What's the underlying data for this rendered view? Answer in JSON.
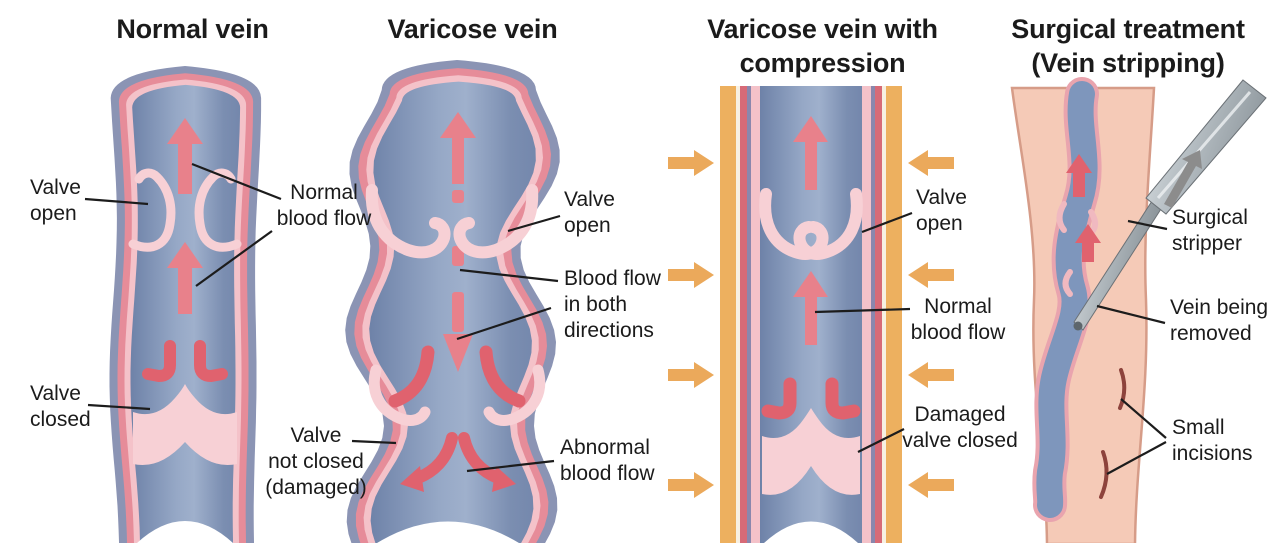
{
  "figure_type": "medical diagram — vein conditions and treatment",
  "colors": {
    "background": "#ffffff",
    "text": "#1b1b1b",
    "leader_line": "#1c1c1c",
    "vein_outer_wall": "#8b94b4",
    "vein_wall_pink": "#e68c99",
    "vein_wall_inner_pink": "#f4c2c9",
    "vein_interior_blue_dark": "#6e82a8",
    "vein_interior_blue_light": "#9fb0cc",
    "valve_pink": "#f7d0d5",
    "arrow_red": "#e8818b",
    "flow_red": "#e0626e",
    "compression_band": "#edb05f",
    "compression_arrow": "#eba95b",
    "compression_wall_cream": "#f7f0e2",
    "compression_wall_red": "#d76a77",
    "compression_wall_purple": "#8a87ad",
    "skin": "#f5cab7",
    "skin_outline": "#d69c88",
    "incision_red": "#8d433c",
    "instrument_gray": "#aeb6bb",
    "motion_arrow_gray": "#8c8c8c"
  },
  "panels": [
    {
      "title_lines": [
        "Normal vein"
      ],
      "labels": [
        {
          "id": "valve-open",
          "lines": [
            "Valve",
            "open"
          ]
        },
        {
          "id": "normal-blood-flow",
          "lines": [
            "Normal",
            "blood flow"
          ]
        },
        {
          "id": "valve-closed",
          "lines": [
            "Valve",
            "closed"
          ]
        }
      ]
    },
    {
      "title_lines": [
        "Varicose vein"
      ],
      "labels": [
        {
          "id": "valve-open",
          "lines": [
            "Valve",
            "open"
          ]
        },
        {
          "id": "blood-flow-both-directions",
          "lines": [
            "Blood flow",
            "in both",
            "directions"
          ]
        },
        {
          "id": "valve-not-closed",
          "lines": [
            "Valve",
            "not closed",
            "(damaged)"
          ]
        },
        {
          "id": "abnormal-blood-flow",
          "lines": [
            "Abnormal",
            "blood flow"
          ]
        }
      ]
    },
    {
      "title_lines": [
        "Varicose vein with",
        "compression"
      ],
      "labels": [
        {
          "id": "valve-open",
          "lines": [
            "Valve",
            "open"
          ]
        },
        {
          "id": "normal-blood-flow",
          "lines": [
            "Normal",
            "blood flow"
          ]
        },
        {
          "id": "damaged-valve-closed",
          "lines": [
            "Damaged",
            "valve closed"
          ]
        }
      ]
    },
    {
      "title_lines": [
        "Surgical treatment",
        "(Vein stripping)"
      ],
      "labels": [
        {
          "id": "surgical-stripper",
          "lines": [
            "Surgical",
            "stripper"
          ]
        },
        {
          "id": "vein-being-removed",
          "lines": [
            "Vein being",
            "removed"
          ]
        },
        {
          "id": "small-incisions",
          "lines": [
            "Small",
            "incisions"
          ]
        }
      ]
    }
  ]
}
